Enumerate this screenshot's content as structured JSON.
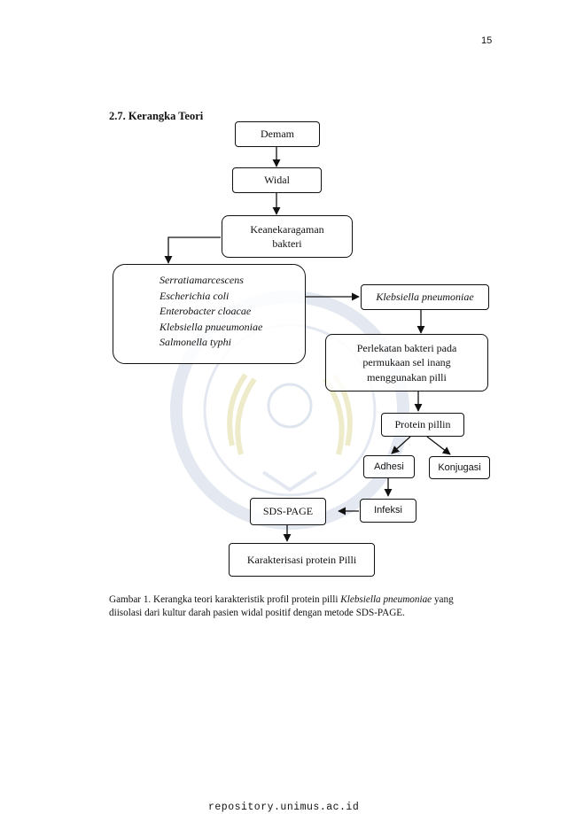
{
  "page_number": "15",
  "section_heading": "2.7. Kerangka Teori",
  "nodes": {
    "demam": "Demam",
    "widal": "Widal",
    "keanekaragaman": "Keanekaragaman\nbakteri",
    "bacteria_list": [
      "Serratiamarcescens",
      "Escherichia coli",
      "Enterobacter cloacae",
      "Klebsiella pnueumoniae",
      "Salmonella typhi"
    ],
    "klebsiella": "Klebsiella pneumoniae",
    "perlekatan": "Perlekatan bakteri pada\npermukaan sel inang\nmenggunakan pilli",
    "protein_pillin": "Protein pillin",
    "adhesi": "Adhesi",
    "konjugasi": "Konjugasi",
    "infeksi": "Infeksi",
    "sds_page": "SDS-PAGE",
    "karakterisasi": "Karakterisasi protein Pilli"
  },
  "caption": {
    "before": "Gambar 1. Kerangka teori karakteristik profil protein pilli ",
    "italic": "Klebsiella pneumoniae",
    "after": " yang diisolasi dari kultur darah pasien widal positif dengan metode SDS-PAGE."
  },
  "footer": "repository.unimus.ac.id",
  "colors": {
    "text": "#111111",
    "watermark": "#c3cfe0"
  }
}
